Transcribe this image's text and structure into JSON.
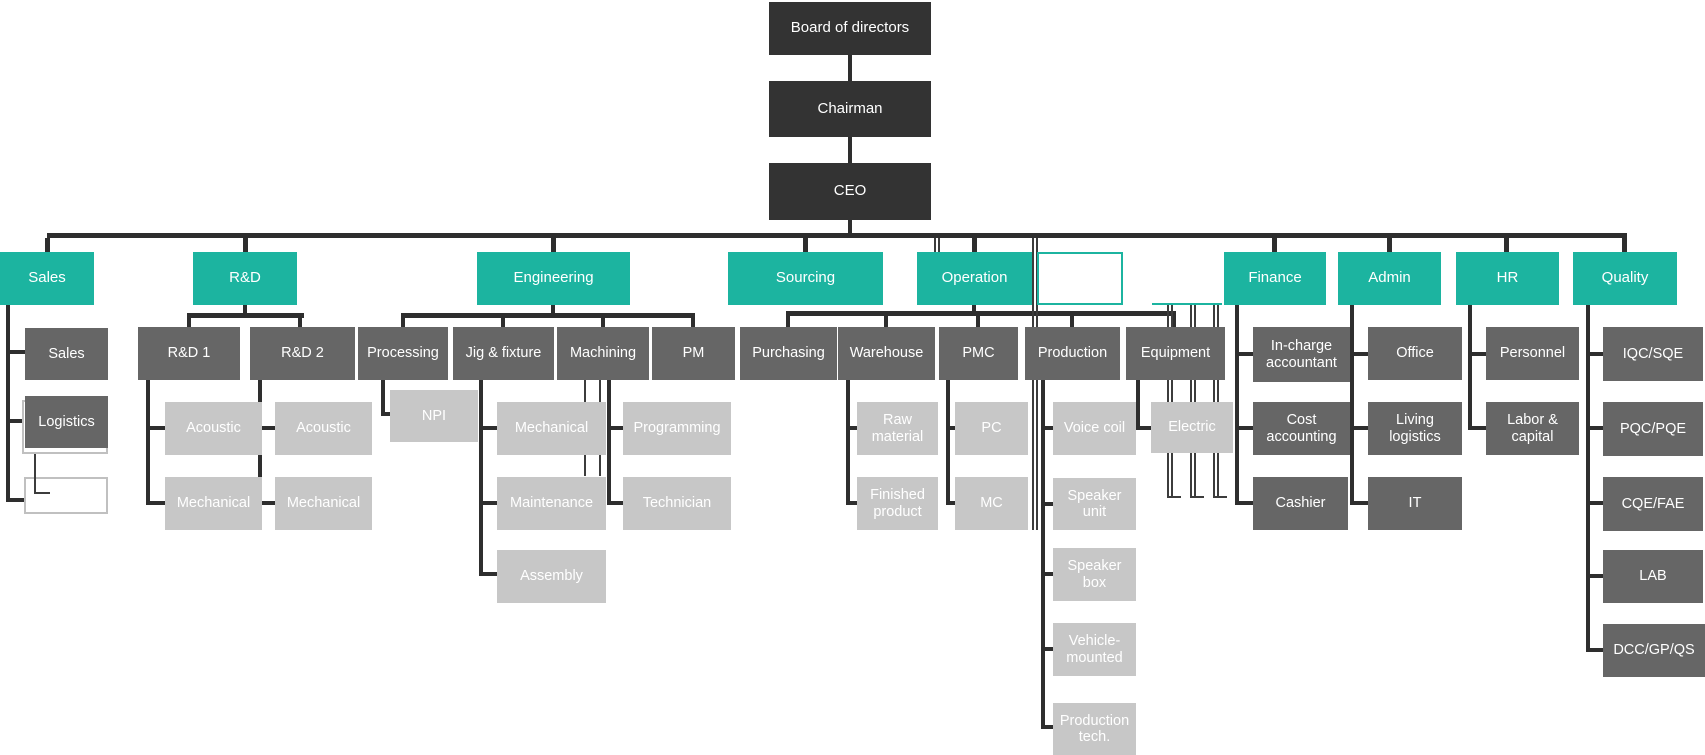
{
  "palette": {
    "executive_box": "#333333",
    "department_box": "#1CB4A0",
    "level2_box": "#666666",
    "level3_box": "#C7C7C7",
    "connector": "#2E2E2E",
    "text": "#FFFFFF"
  },
  "nodes": {
    "board": "Board of directors",
    "chairman": "Chairman",
    "ceo": "CEO",
    "sales": "Sales",
    "rnd": "R&D",
    "engineering": "Engineering",
    "sourcing": "Sourcing",
    "operation": "Operation",
    "finance": "Finance",
    "admin": "Admin",
    "hr": "HR",
    "quality": "Quality",
    "sales_sales": "Sales",
    "sales_logistics": "Logistics",
    "rnd1": "R&D 1",
    "rnd2": "R&D 2",
    "rnd1_acoustic": "Acoustic",
    "rnd1_mechanical": "Mechanical",
    "rnd2_acoustic": "Acoustic",
    "rnd2_mechanical": "Mechanical",
    "processing": "Processing",
    "jig_fixture": "Jig & fixture",
    "machining": "Machining",
    "pm": "PM",
    "npi": "NPI",
    "jig_mechanical": "Mechanical",
    "jig_maintenance": "Maintenance",
    "jig_assembly": "Assembly",
    "mach_programming": "Programming",
    "mach_technician": "Technician",
    "purchasing": "Purchasing",
    "warehouse": "Warehouse",
    "pmc": "PMC",
    "production": "Production",
    "equipment": "Equipment",
    "raw_material": "Raw material",
    "finished_product": "Finished product",
    "pc": "PC",
    "mc": "MC",
    "voice_coil": "Voice coil",
    "speaker_unit": "Speaker unit",
    "speaker_box": "Speaker box",
    "vehicle_mounted": "Vehicle-mounted",
    "production_tech": "Production tech.",
    "electric": "Electric",
    "in_charge_accountant": "In-charge accountant",
    "cost_accounting": "Cost accounting",
    "cashier": "Cashier",
    "office": "Office",
    "living_logistics": "Living logistics",
    "it": "IT",
    "personnel": "Personnel",
    "labor_capital": "Labor & capital",
    "iqc_sqe": "IQC/SQE",
    "pqc_pqe": "PQC/PQE",
    "cqe_fae": "CQE/FAE",
    "lab": "LAB",
    "dcc_gp_qs": "DCC/GP/QS"
  }
}
